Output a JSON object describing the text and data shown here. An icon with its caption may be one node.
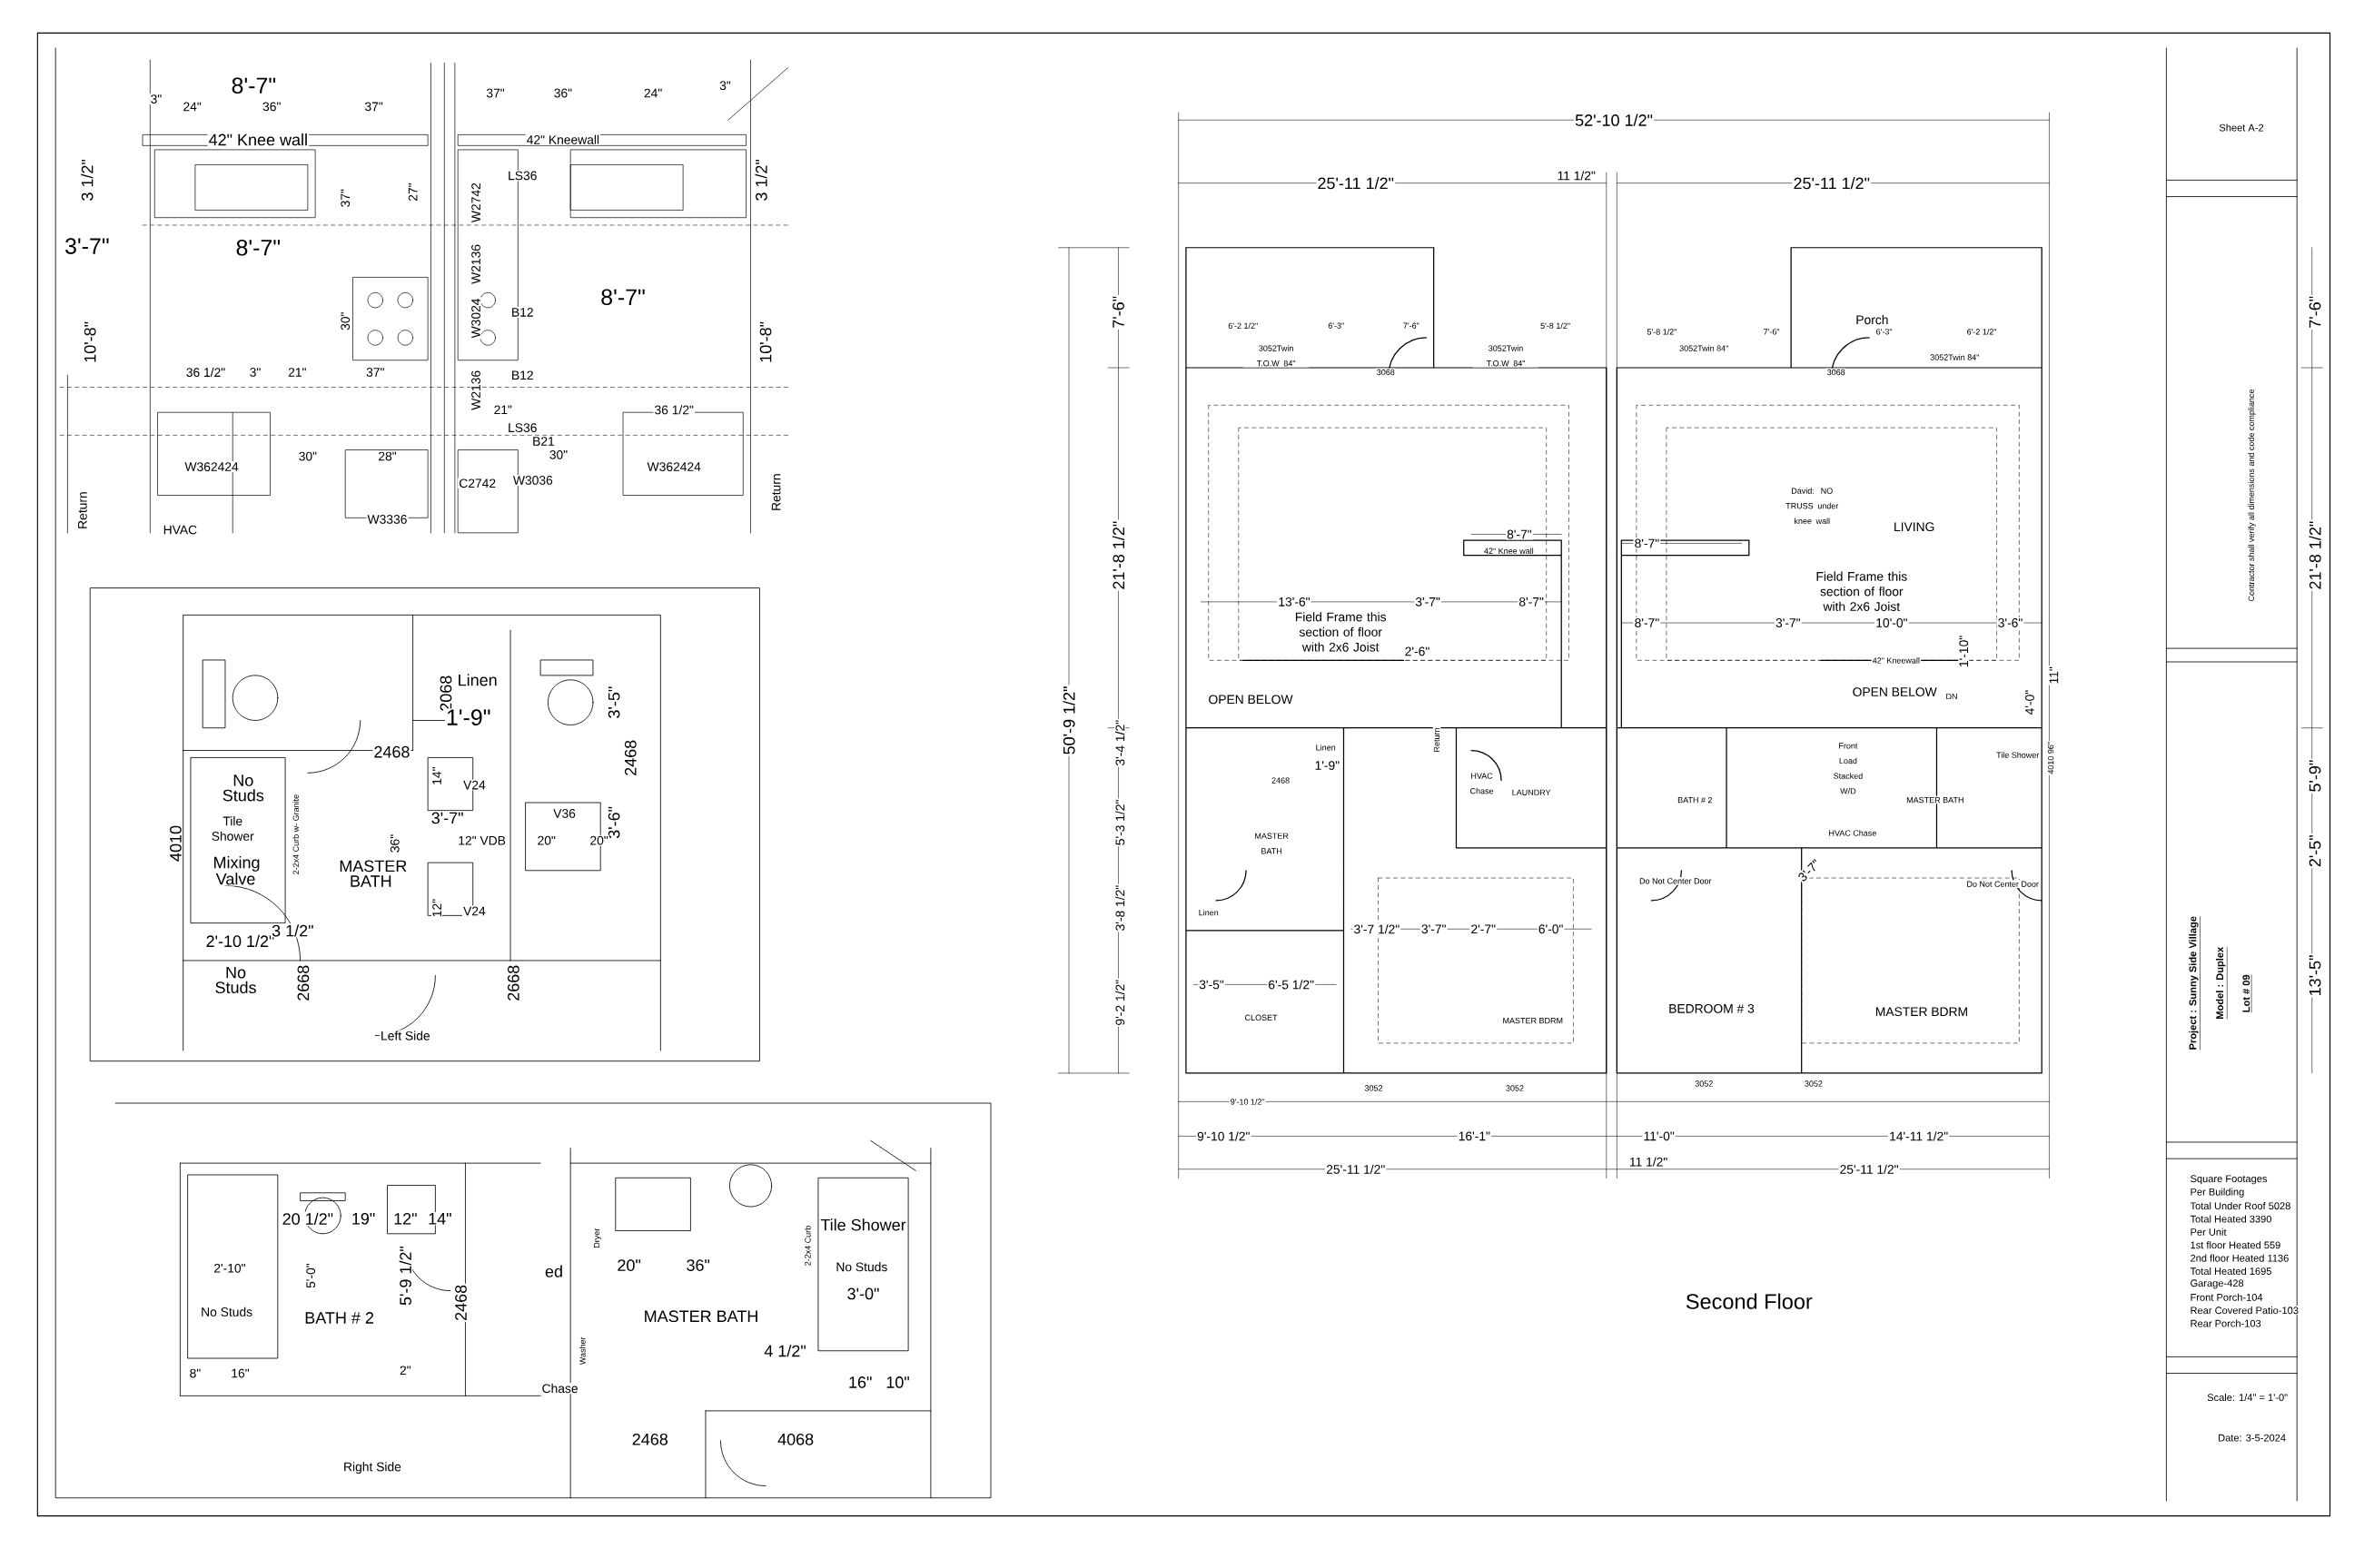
{
  "diagram": {
    "title": "Second Floor",
    "labels": [
      "52'-10 1/2\"",
      "25'-11 1/2\"",
      "11 1/2\"",
      "25'-11 1/2\"",
      "7'-6\"",
      "7'-6\"",
      "Porch",
      "6'-2 1/2\"",
      "6'-3\"",
      "7'-6\"",
      "5'-8 1/2\"",
      "5'-8 1/2\"",
      "7'-6\"",
      "6'-3\"",
      "6'-2 1/2\"",
      "3052Twin T.O.W 84\"",
      "3068",
      "3052Twin T.O.W 84\"",
      "3052Twin 84\"",
      "3068",
      "3052Twin 84\"",
      "50'-9 1/2\"",
      "21'-8 1/2\"",
      "21'-8 1/2\"",
      "LIVING",
      "David: NO TRUSS under knee wall",
      "Field Frame this section of floor with 2x6 Joist",
      "Field Frame this section of floor with 2x6 Joist",
      "13'-6\"",
      "3'-7\"",
      "8'-7\"",
      "8'-7\"",
      "8'-7\"",
      "8'-7\"",
      "3'-7\"",
      "10'-0\"",
      "3'-6\"",
      "42\" Knee wall",
      "42\" Kneewall",
      "2'-6\"",
      "OPEN BELOW",
      "OPEN BELOW",
      "DN",
      "1'-10\"",
      "4'-0\"",
      "11\"",
      "5'-9\"",
      "2'-5\"",
      "13'-5\"",
      "3'-4 1/2\"",
      "5'-3 1/2\"",
      "3'-8 1/2\"",
      "9'-2 1/2\"",
      "Linen",
      "1'-9\"",
      "2468",
      "MASTER BATH",
      "HVAC Chase",
      "LAUNDRY",
      "Return",
      "Linen",
      "CLOSET",
      "MASTER BDRM",
      "3'-7 1/2\"",
      "3'-7\"",
      "2'-7\"",
      "6'-0\"",
      "3'-5\"",
      "6'-5 1/2\"",
      "BATH # 2",
      "Front Load Stacked W/D",
      "Tile Shower",
      "MASTER BATH",
      "HVAC Chase",
      "Do Not Center Door",
      "Do Not Center Door",
      "3'-7\"",
      "BEDROOM # 3",
      "MASTER BDRM",
      "3052",
      "3052",
      "3052",
      "3052",
      "9'-10 1/2\"",
      "9'-10 1/2\"",
      "16'-1\"",
      "11'-0\"",
      "14'-11 1/2\"",
      "25'-11 1/2\"",
      "11 1/2\"",
      "25'-11 1/2\"",
      "4010 96\"",
      "8'-7\"",
      "3\"",
      "24\"",
      "36\"",
      "37\"",
      "42\" Knee wall",
      "3 1/2\"",
      "3'-7\"",
      "8'-7\"",
      "10'-8\"",
      "36 1/2\"",
      "3\"",
      "21\"",
      "37\"",
      "30\"",
      "28\"",
      "W362424",
      "HVAC",
      "W3336",
      "37\"",
      "36\"",
      "24\"",
      "3\"",
      "42\" Kneewall",
      "3 1/2\"",
      "LS36",
      "W2742",
      "W2136",
      "B12",
      "W3024",
      "8'-7\"",
      "10'-8\"",
      "B12",
      "W2136",
      "21\"",
      "36 1/2\"",
      "LS36",
      "B21",
      "30\"",
      "C2742",
      "W3036",
      "W362424",
      "Return",
      "Return",
      "37\"",
      "27\"",
      "30\"",
      "Linen",
      "2068",
      "1'-9\"",
      "3'-5\"",
      "2468",
      "2468",
      "No Studs",
      "14\"",
      "V24",
      "Tile Shower",
      "2-2x4 Curb w- Granite",
      "3'-7\"",
      "V36",
      "3'-6\"",
      "4010",
      "36\"",
      "12\" VDB",
      "20\"",
      "20\"",
      "Mixing Valve",
      "MASTER BATH",
      "V24",
      "12\"",
      "2'-10 1/2\"",
      "3 1/2\"",
      "No Studs",
      "2668",
      "2668",
      "Left Side",
      "20 1/2\"",
      "19\"",
      "12\"",
      "14\"",
      "2'-10\"",
      "5'-0\"",
      "5'-9 1/2\"",
      "No Studs",
      "BATH # 2",
      "2468",
      "8\"",
      "16\"",
      "2\"",
      "Right Side",
      "ed",
      "Dryer",
      "20\"",
      "36\"",
      "Tile Shower",
      "No Studs",
      "3'-0\"",
      "2-2x4 Curb",
      "MASTER BATH",
      "Washer",
      "Chase",
      "4 1/2\"",
      "16\"",
      "10\"",
      "2468",
      "4068",
      "Sheet A-2",
      "Contractor shall verify all dimensions and code compliance",
      "Project : Sunny Side Village",
      "Model : Duplex",
      "Lot # 09",
      "Square Footages",
      "Per Building",
      "Total Under Roof 5028",
      "Total Heated 3390",
      "Per Unit",
      "1st floor Heated 559",
      "2nd floor Heated 1136",
      "Total Heated 1695",
      "Garage-428",
      "Front Porch-104",
      "Rear Covered Patio-103",
      "Rear Porch-103",
      "Scale: 1/4\" = 1'-0\"",
      "Date: 3-5-2024"
    ]
  }
}
